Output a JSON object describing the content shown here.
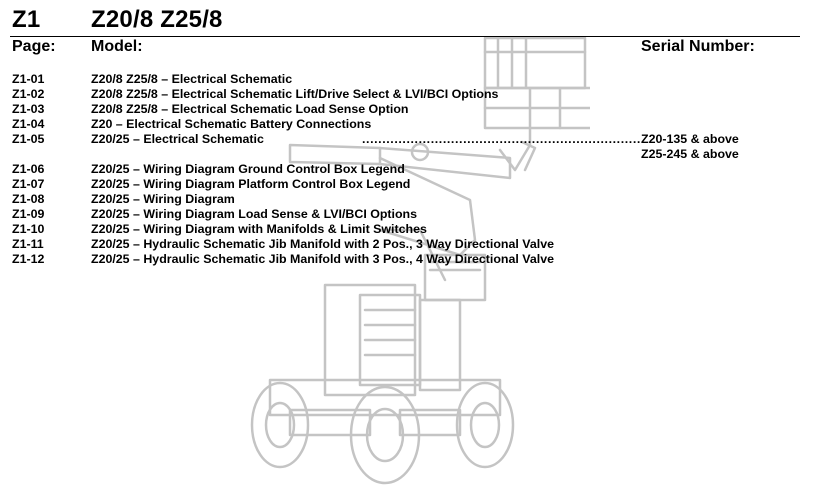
{
  "header": {
    "section_code": "Z1",
    "model_title": "Z20/8 Z25/8",
    "col_page": "Page:",
    "col_model": "Model:",
    "col_serial": "Serial Number:"
  },
  "rows": [
    {
      "page": "Z1-01",
      "desc": "Z20/8 Z25/8 – Electrical Schematic"
    },
    {
      "page": "Z1-02",
      "desc": "Z20/8 Z25/8 – Electrical Schematic Lift/Drive Select & LVI/BCI Options"
    },
    {
      "page": "Z1-03",
      "desc": "Z20/8 Z25/8 – Electrical Schematic Load Sense Option"
    },
    {
      "page": "Z1-04",
      "desc": "Z20 – Electrical Schematic Battery Connections"
    },
    {
      "page": "Z1-05",
      "desc": "Z20/25 – Electrical Schematic",
      "dots": "........................................................................................................",
      "serial": "Z20-135 & above",
      "serial2": "Z25-245 & above"
    },
    {
      "page": "Z1-06",
      "desc": "Z20/25 – Wiring Diagram Ground Control Box Legend"
    },
    {
      "page": "Z1-07",
      "desc": "Z20/25 – Wiring Diagram Platform Control Box Legend"
    },
    {
      "page": "Z1-08",
      "desc": "Z20/25 – Wiring Diagram"
    },
    {
      "page": "Z1-09",
      "desc": "Z20/25 – Wiring Diagram Load Sense & LVI/BCI Options"
    },
    {
      "page": "Z1-10",
      "desc": "Z20/25 – Wiring Diagram with Manifolds & Limit Switches"
    },
    {
      "page": "Z1-11",
      "desc": "Z20/25 – Hydraulic Schematic Jib Manifold with 2 Pos., 3 Way Directional Valve"
    },
    {
      "page": "Z1-12",
      "desc": "Z20/25 – Hydraulic Schematic Jib Manifold with 3 Pos., 4 Way Directional Valve"
    }
  ],
  "colors": {
    "text": "#000000",
    "watermark": "#c8c8c8"
  },
  "watermark": {
    "icon": "boom-lift-illustration"
  }
}
